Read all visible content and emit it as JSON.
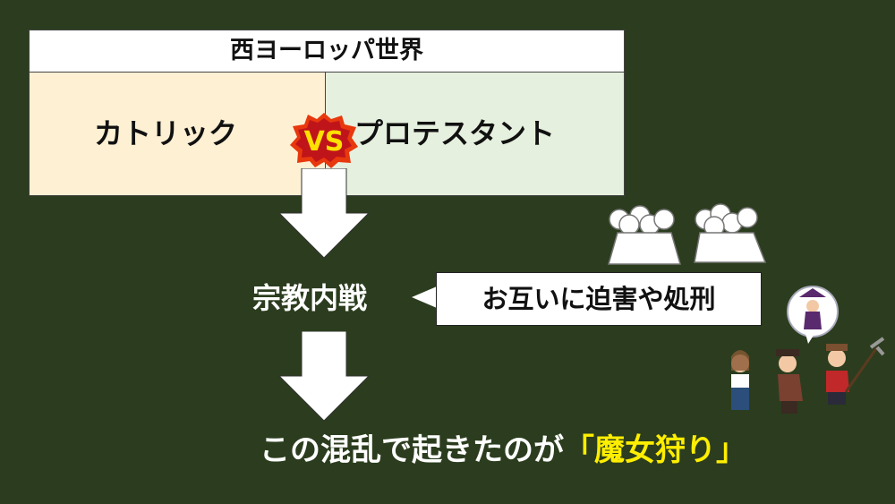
{
  "header": {
    "title": "西ヨーロッパ世界"
  },
  "sides": {
    "left": "カトリック",
    "vs": "VS",
    "right": "プロテスタント"
  },
  "flow": {
    "step1": "宗教内戦",
    "step1_note": "お互いに迫害や処刑",
    "step2_prefix": "この混乱で起きたのが",
    "step2_highlight": "「魔女狩り」"
  },
  "colors": {
    "background": "#2b3d1e",
    "left_cell": "#fdf0d3",
    "right_cell": "#e6f0de",
    "highlight": "#ffee00"
  }
}
